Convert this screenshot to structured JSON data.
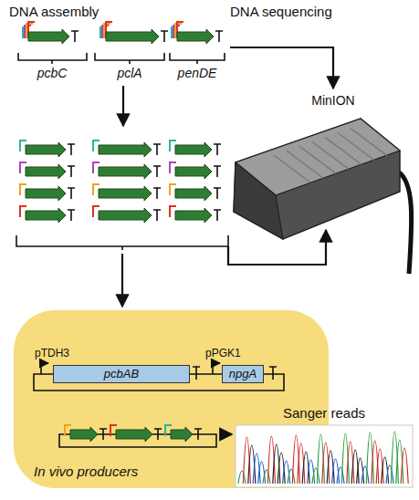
{
  "diagram": {
    "nodes": [
      {
        "text": [
          "MinION"
        ]
      },
      {
        "text": [
          "In vivo producers"
        ]
      },
      {
        "text": [
          "pcbAB"
        ],
        "in": 1
      },
      {
        "text": [
          "npgA"
        ],
        "in": 1
      },
      {
        "text": [
          "Sanger reads"
        ]
      }
    ],
    "labels": [
      "DNA assembly",
      "DNA sequencing",
      "pcbC",
      "pclA",
      "penDE",
      "pTDH3",
      "pPGK1"
    ]
  }
}
